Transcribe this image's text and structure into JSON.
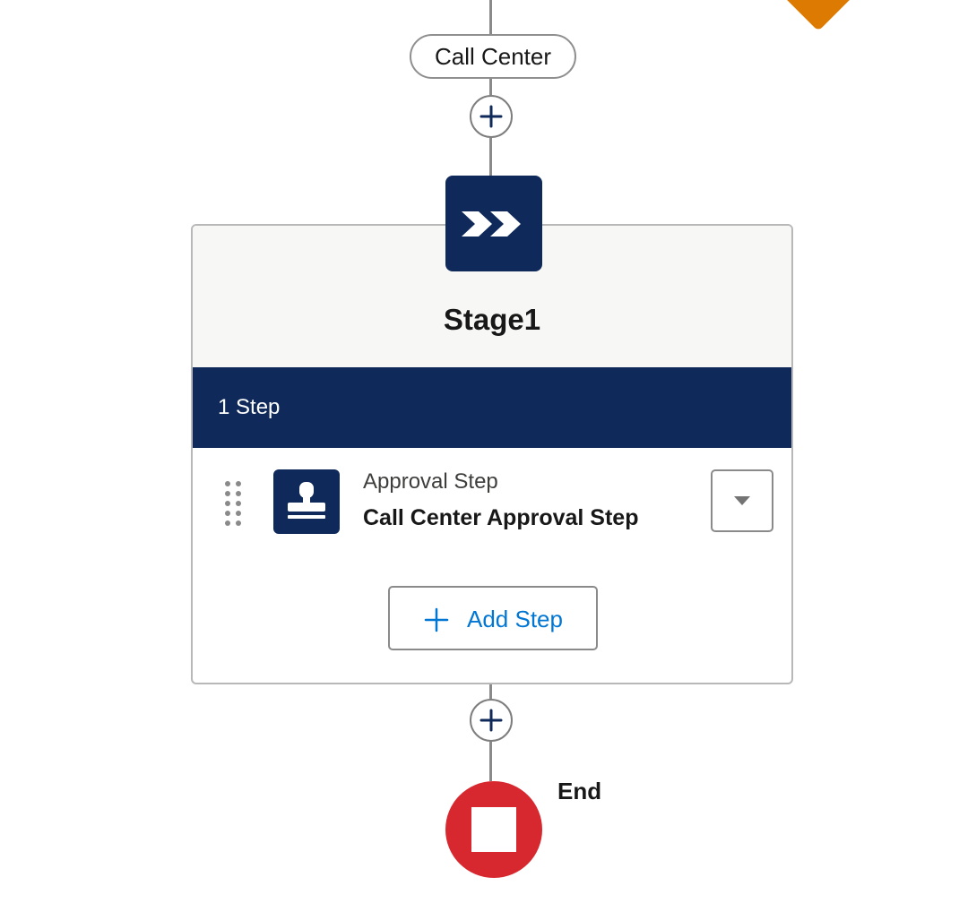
{
  "flow": {
    "path_label": "Call Center",
    "stage": {
      "title": "Stage1",
      "steps_count_label": "1 Step",
      "steps": [
        {
          "type_label": "Approval Step",
          "name": "Call Center Approval Step",
          "icon": "stamp-icon"
        }
      ],
      "add_step_label": "Add Step",
      "badge_icon": "double-chevron-right-icon"
    },
    "end_label": "End"
  },
  "icons": {
    "add_node": "plus-circle-icon",
    "step_menu": "chevron-down-icon",
    "drag": "drag-handle-icon",
    "end": "stop-square-icon"
  },
  "colors": {
    "navy": "#0f2a5a",
    "end_red": "#d8282f",
    "decision_orange": "#dd7a01",
    "link_blue": "#0176d3"
  }
}
